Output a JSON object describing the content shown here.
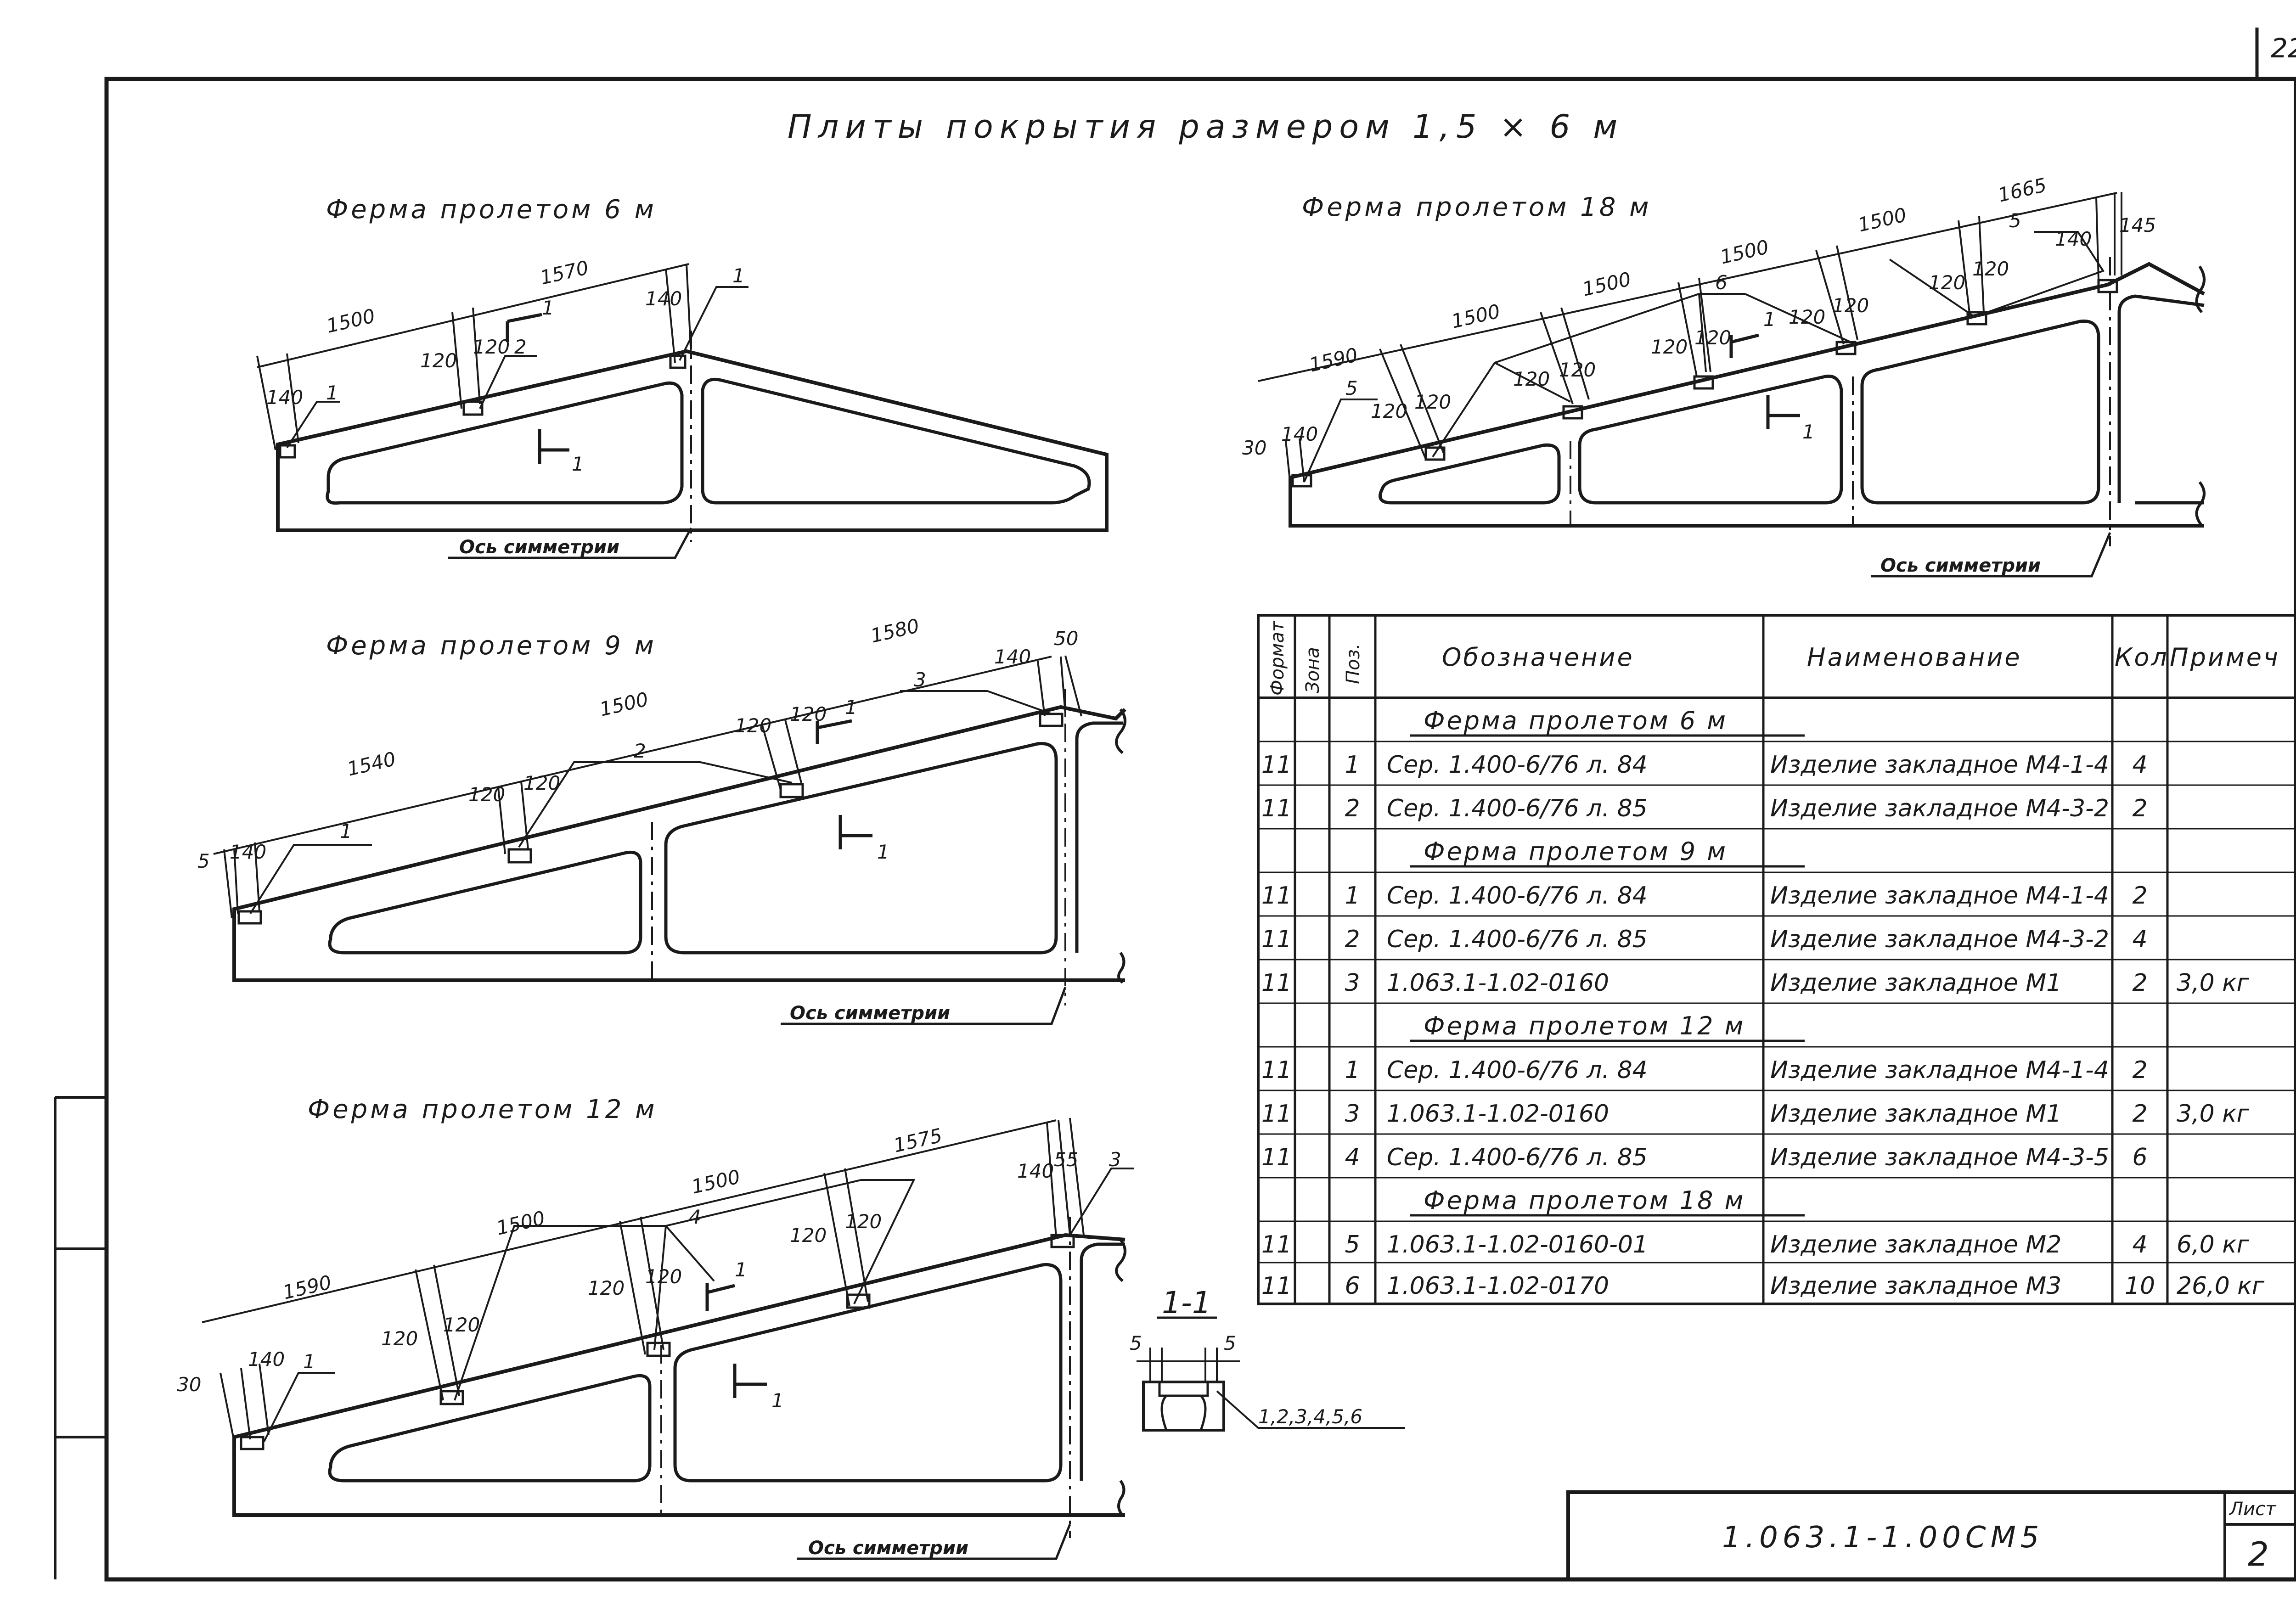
{
  "page_number": "22",
  "title": "Плиты покрытия размером 1,5 × 6 м",
  "section_mark": "1-1",
  "section_dims": {
    "left": "5",
    "right": "5"
  },
  "section_callout": "1,2,3,4,5,6",
  "trusses": {
    "t6": {
      "title": "Ферма пролетом 6 м",
      "axis_label": "Ось симметрии",
      "section_mark": "1",
      "dims": [
        "140",
        "1500",
        "120",
        "120",
        "1570",
        "140"
      ],
      "pos": [
        "1",
        "2",
        "1"
      ]
    },
    "t9": {
      "title": "Ферма пролетом 9 м",
      "axis_label": "Ось симметрии",
      "section_mark": "1",
      "dims": [
        "5",
        "140",
        "1540",
        "120",
        "120",
        "1500",
        "120",
        "120",
        "1580",
        "140",
        "50"
      ],
      "pos": [
        "1",
        "2",
        "3"
      ]
    },
    "t12": {
      "title": "Ферма пролетом 12 м",
      "axis_label": "Ось симметрии",
      "section_mark": "1",
      "dims": [
        "30",
        "140",
        "1590",
        "120",
        "120",
        "1500",
        "120",
        "120",
        "1500",
        "120",
        "120",
        "1575",
        "140",
        "55"
      ],
      "pos": [
        "1",
        "4",
        "3"
      ]
    },
    "t18": {
      "title": "Ферма пролетом 18 м",
      "axis_label": "Ось симметрии",
      "section_mark": "1",
      "dims": [
        "30",
        "140",
        "1590",
        "120",
        "120",
        "1500",
        "120",
        "120",
        "1500",
        "120",
        "120",
        "1500",
        "120",
        "120",
        "1500",
        "120",
        "120",
        "1665",
        "140",
        "145"
      ],
      "pos": [
        "5",
        "6",
        "5"
      ]
    }
  },
  "spec_table": {
    "headers": {
      "format": "Формат",
      "zone": "Зона",
      "pos": "Поз.",
      "designation": "Обозначение",
      "name": "Наименование",
      "qty": "Кол",
      "note": "Примеч"
    },
    "rows": [
      {
        "type": "group",
        "title": "Ферма пролетом 6 м"
      },
      {
        "type": "item",
        "format": "11",
        "pos": "1",
        "designation": "Сер. 1.400-6/76 л. 84",
        "name": "Изделие закладное М4-1-4",
        "qty": "4",
        "note": ""
      },
      {
        "type": "item",
        "format": "11",
        "pos": "2",
        "designation": "Сер. 1.400-6/76 л. 85",
        "name": "Изделие закладное М4-3-2",
        "qty": "2",
        "note": ""
      },
      {
        "type": "group",
        "title": "Ферма пролетом 9 м"
      },
      {
        "type": "item",
        "format": "11",
        "pos": "1",
        "designation": "Сер. 1.400-6/76 л. 84",
        "name": "Изделие закладное М4-1-4",
        "qty": "2",
        "note": ""
      },
      {
        "type": "item",
        "format": "11",
        "pos": "2",
        "designation": "Сер. 1.400-6/76 л. 85",
        "name": "Изделие закладное М4-3-2",
        "qty": "4",
        "note": ""
      },
      {
        "type": "item",
        "format": "11",
        "pos": "3",
        "designation": "1.063.1-1.02-0160",
        "name": "Изделие закладное М1",
        "qty": "2",
        "note": "3,0 кг"
      },
      {
        "type": "group",
        "title": "Ферма пролетом 12 м"
      },
      {
        "type": "item",
        "format": "11",
        "pos": "1",
        "designation": "Сер. 1.400-6/76 л. 84",
        "name": "Изделие закладное М4-1-4",
        "qty": "2",
        "note": ""
      },
      {
        "type": "item",
        "format": "11",
        "pos": "3",
        "designation": "1.063.1-1.02-0160",
        "name": "Изделие закладное М1",
        "qty": "2",
        "note": "3,0 кг"
      },
      {
        "type": "item",
        "format": "11",
        "pos": "4",
        "designation": "Сер. 1.400-6/76 л. 85",
        "name": "Изделие закладное М4-3-5",
        "qty": "6",
        "note": ""
      },
      {
        "type": "group",
        "title": "Ферма пролетом 18 м"
      },
      {
        "type": "item",
        "format": "11",
        "pos": "5",
        "designation": "1.063.1-1.02-0160-01",
        "name": "Изделие закладное М2",
        "qty": "4",
        "note": "6,0 кг"
      },
      {
        "type": "item",
        "format": "11",
        "pos": "6",
        "designation": "1.063.1-1.02-0170",
        "name": "Изделие закладное М3",
        "qty": "10",
        "note": "26,0 кг"
      }
    ]
  },
  "stamp": {
    "code": "1.063.1-1.00СМ5",
    "sheet_label": "Лист",
    "sheet_number": "2"
  }
}
